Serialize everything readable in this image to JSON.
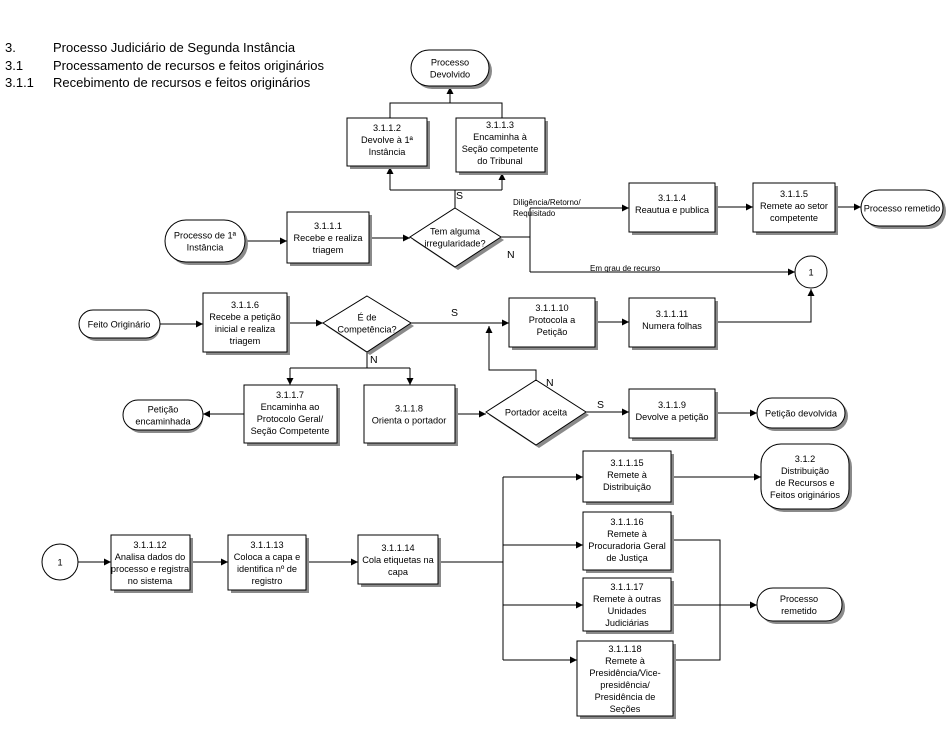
{
  "header": {
    "items": [
      {
        "num": "3.",
        "text": "Processo Judiciário de Segunda Instância"
      },
      {
        "num": "3.1",
        "text": "Processamento de recursos e feitos originários"
      },
      {
        "num": "3.1.1",
        "text": "Recebimento de recursos e feitos originários"
      }
    ]
  },
  "terminals": {
    "processo_devolvido": [
      "Processo",
      "Devolvido"
    ],
    "processo_1a_instancia": [
      "Processo de 1ª",
      "Instância"
    ],
    "processo_remetido_top": [
      "Processo remetido"
    ],
    "feito_originario": [
      "Feito Originário"
    ],
    "peticao_encaminhada": [
      "Petição",
      "encaminhada"
    ],
    "peticao_devolvida": [
      "Petição devolvida"
    ],
    "distribuicao": [
      "3.1.2",
      "Distribuição",
      "de Recursos e",
      "Feitos originários"
    ],
    "processo_remetido_bottom": [
      "Processo",
      "remetido"
    ]
  },
  "processes": {
    "p3111": {
      "id": "3.1.1.1",
      "lines": [
        "Recebe e realiza",
        "triagem"
      ]
    },
    "p3112": {
      "id": "3.1.1.2",
      "lines": [
        "Devolve à 1ª",
        "Instância"
      ]
    },
    "p3113": {
      "id": "3.1.1.3",
      "lines": [
        "Encaminha à",
        "Seção competente",
        "do Tribunal"
      ]
    },
    "p3114": {
      "id": "3.1.1.4",
      "lines": [
        "Reautua e publica"
      ]
    },
    "p3115": {
      "id": "3.1.1.5",
      "lines": [
        "Remete ao setor",
        "competente"
      ]
    },
    "p3116": {
      "id": "3.1.1.6",
      "lines": [
        "Recebe  a petição",
        "inicial  e realiza",
        "triagem"
      ]
    },
    "p3117": {
      "id": "3.1.1.7",
      "lines": [
        "Encaminha ao",
        "Protocolo Geral/",
        "Seção Competente"
      ]
    },
    "p3118": {
      "id": "3.1.1.8",
      "lines": [
        "Orienta o portador"
      ]
    },
    "p3119": {
      "id": "3.1.1.9",
      "lines": [
        "Devolve a petição"
      ]
    },
    "p31110": {
      "id": "3.1.1.10",
      "lines": [
        "Protocola a",
        "Petição"
      ]
    },
    "p31111": {
      "id": "3.1.1.11",
      "lines": [
        "Numera folhas"
      ]
    },
    "p31112": {
      "id": "3.1.1.12",
      "lines": [
        "Analisa dados do",
        "processo e registra",
        "no sistema"
      ]
    },
    "p31113": {
      "id": "3.1.1.13",
      "lines": [
        "Coloca a capa e",
        "identifica nº  de",
        "registro"
      ]
    },
    "p31114": {
      "id": "3.1.1.14",
      "lines": [
        "Cola etiquetas na",
        "capa"
      ]
    },
    "p31115": {
      "id": "3.1.1.15",
      "lines": [
        "Remete à",
        "Distribuição"
      ]
    },
    "p31116": {
      "id": "3.1.1.16",
      "lines": [
        "Remete à",
        "Procuradoria Geral",
        "de Justiça"
      ]
    },
    "p31117": {
      "id": "3.1.1.17",
      "lines": [
        "Remete à outras",
        "Unidades",
        "Judiciárias"
      ]
    },
    "p31118": {
      "id": "3.1.1.18",
      "lines": [
        "Remete à",
        "Presidência/Vice-",
        "presidência/",
        "Presidência de",
        "Seções"
      ]
    }
  },
  "decisions": {
    "irregularidade": [
      "Tem alguma",
      "irregularidade?"
    ],
    "competencia": [
      "É de",
      "Competência?"
    ],
    "portador": [
      "Portador aceita"
    ]
  },
  "connectors": {
    "top": "1",
    "bottom": "1"
  },
  "edge_labels": {
    "irregularidade_sim": "S",
    "irregularidade_nao": "N",
    "diligencia_1": "Diligência/Retorno/",
    "diligencia_2": "Requisitado",
    "em_grau": "Em grau de recurso",
    "competencia_sim": "S",
    "competencia_nao": "N",
    "portador_nao": "N",
    "portador_sim": "S"
  }
}
